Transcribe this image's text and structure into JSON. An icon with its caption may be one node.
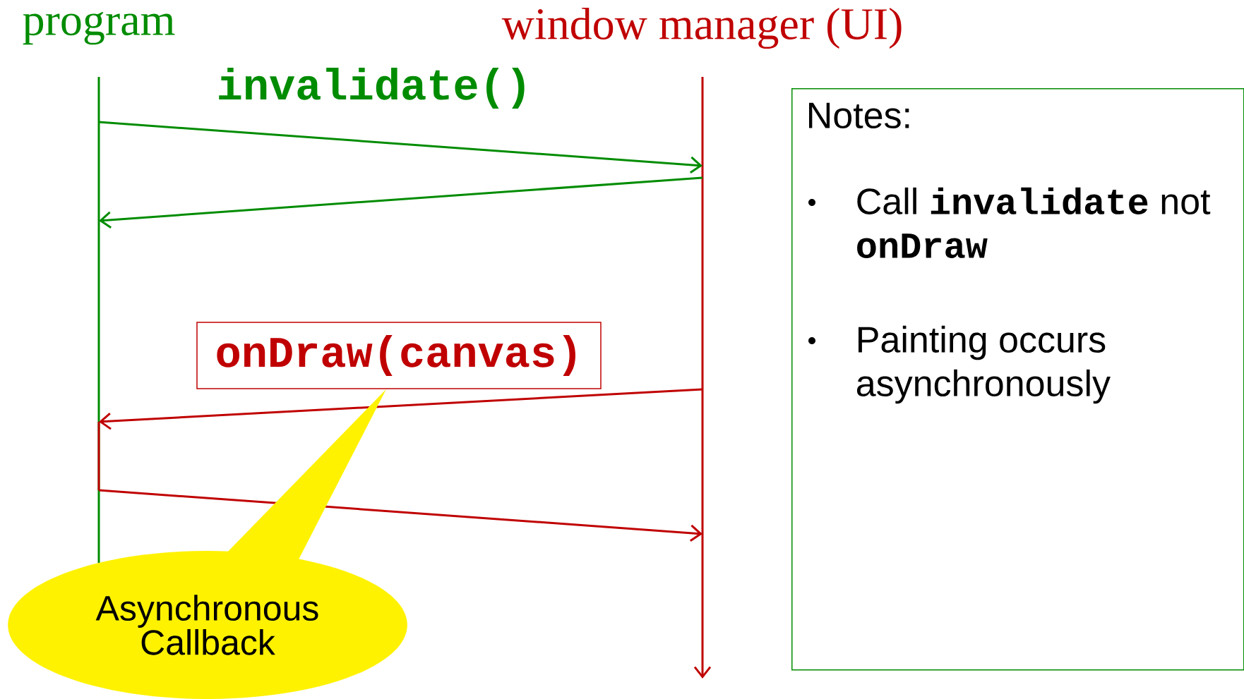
{
  "diagram": {
    "nodes": [
      {
        "text": [
          "program"
        ]
      },
      {
        "text": [
          "window manager (UI)"
        ]
      },
      {
        "text": [
          "onDraw(canvas)"
        ]
      },
      {
        "text": [
          "Asynchronous Callback"
        ]
      },
      {
        "text": [
          "Notes:",
          "Call **invalidate** not **onDraw**",
          "Painting occurs asynchronously"
        ]
      }
    ],
    "edges": [
      {
        "from": 0,
        "to": 1,
        "arrow": "to",
        "label": "invalidate()",
        "color": "#008c00"
      },
      {
        "from": 1,
        "to": 0,
        "arrow": "to",
        "color": "#008c00"
      },
      {
        "from": 1,
        "to": 0,
        "arrow": "to",
        "color": "#c00000"
      },
      {
        "from": 0,
        "to": 1,
        "arrow": "to",
        "color": "#c00000"
      },
      {
        "from": 3,
        "to": 2,
        "arrow": "none"
      }
    ]
  }
}
